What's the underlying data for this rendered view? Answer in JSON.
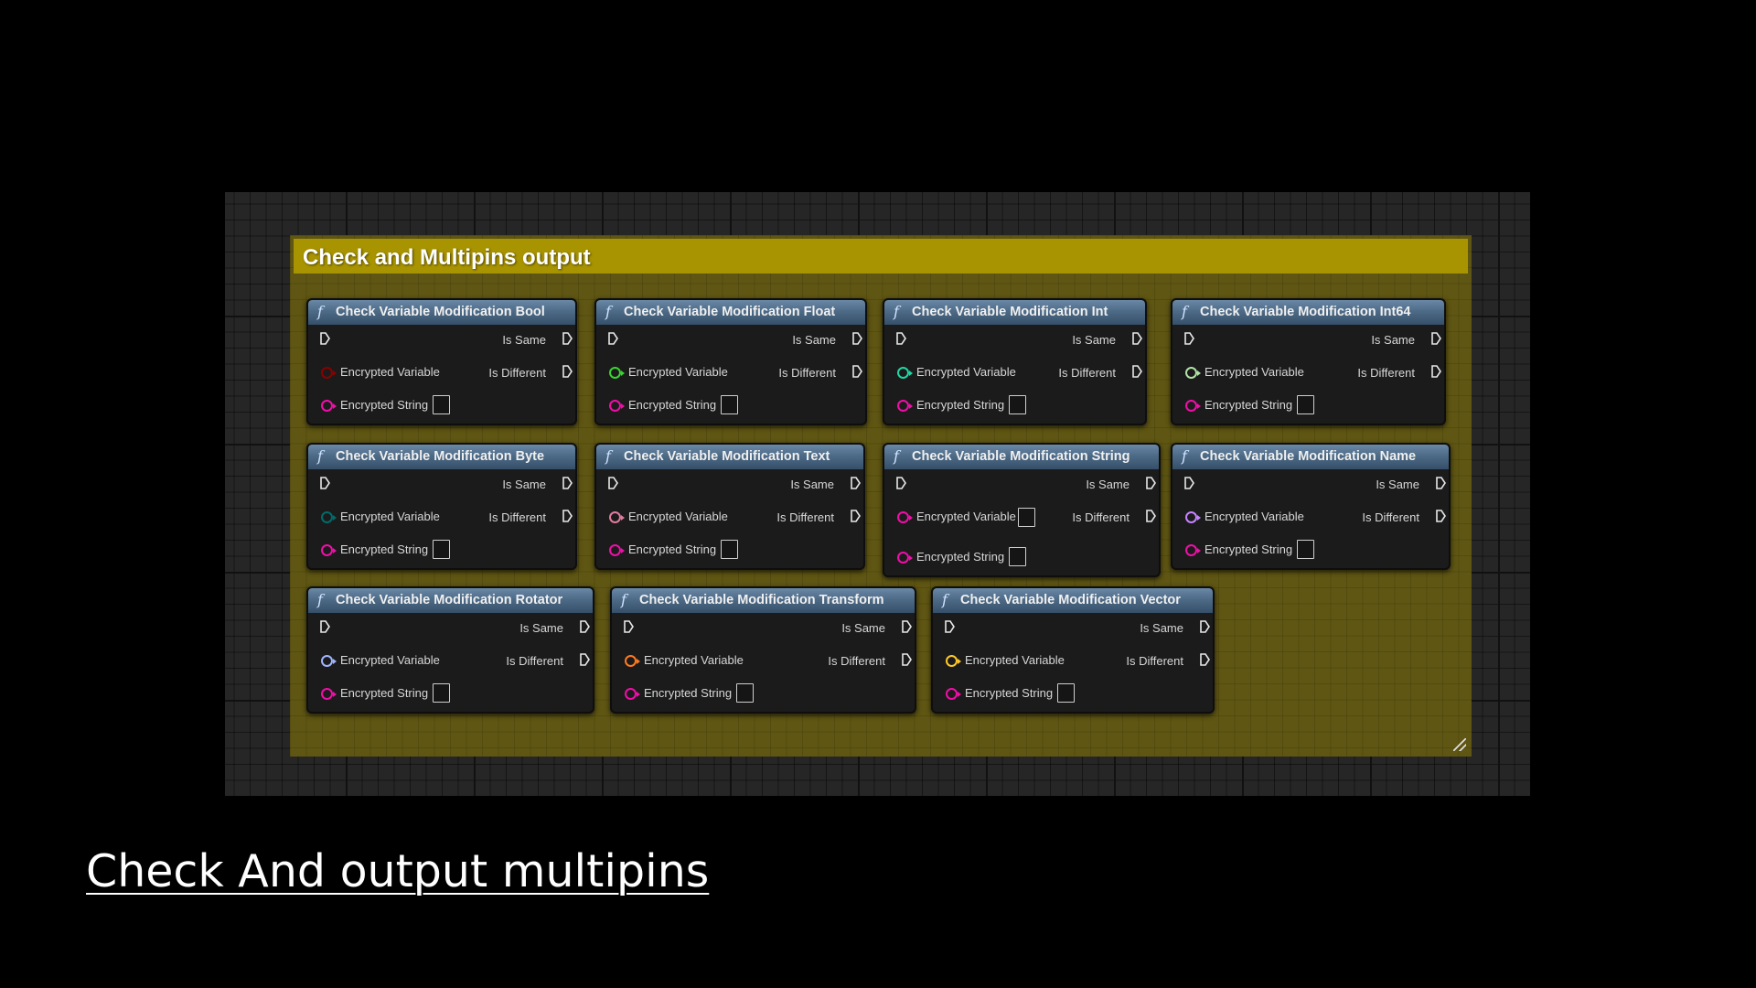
{
  "comment": {
    "title": "Check and Multipins output"
  },
  "footer": {
    "title": "Check And output multipins"
  },
  "labels": {
    "is_same": "Is Same",
    "is_different": "Is Different",
    "encrypted_variable": "Encrypted Variable",
    "encrypted_string": "Encrypted String"
  },
  "colors": {
    "comment_header": "#a89300",
    "comment_body": "#5f5613",
    "string_pin": "#f00ea9"
  },
  "nodes": [
    {
      "id": "bool",
      "title": "Check Variable Modification Bool",
      "icon": "function-icon",
      "variable_pin_color": "#8a0000"
    },
    {
      "id": "float",
      "title": "Check Variable Modification Float",
      "icon": "function-icon",
      "variable_pin_color": "#38d430"
    },
    {
      "id": "int",
      "title": "Check Variable Modification Int",
      "icon": "function-icon",
      "variable_pin_color": "#1ed6a4"
    },
    {
      "id": "int64",
      "title": "Check Variable Modification Int64",
      "icon": "function-icon",
      "variable_pin_color": "#b0e3a4"
    },
    {
      "id": "byte",
      "title": "Check Variable Modification Byte",
      "icon": "function-icon",
      "variable_pin_color": "#006b6b"
    },
    {
      "id": "text",
      "title": "Check Variable Modification Text",
      "icon": "function-icon",
      "variable_pin_color": "#e07ca0"
    },
    {
      "id": "string",
      "title": "Check Variable Modification String",
      "icon": "function-icon",
      "variable_pin_color": "#f00ea9"
    },
    {
      "id": "name",
      "title": "Check Variable Modification Name",
      "icon": "function-icon",
      "variable_pin_color": "#c882ff"
    },
    {
      "id": "rotator",
      "title": "Check Variable Modification Rotator",
      "icon": "function-icon",
      "variable_pin_color": "#9fb4ff"
    },
    {
      "id": "transform",
      "title": "Check Variable Modification Transform",
      "icon": "function-icon",
      "variable_pin_color": "#ff7a1f"
    },
    {
      "id": "vector",
      "title": "Check Variable Modification Vector",
      "icon": "function-icon",
      "variable_pin_color": "#ffc829"
    }
  ]
}
